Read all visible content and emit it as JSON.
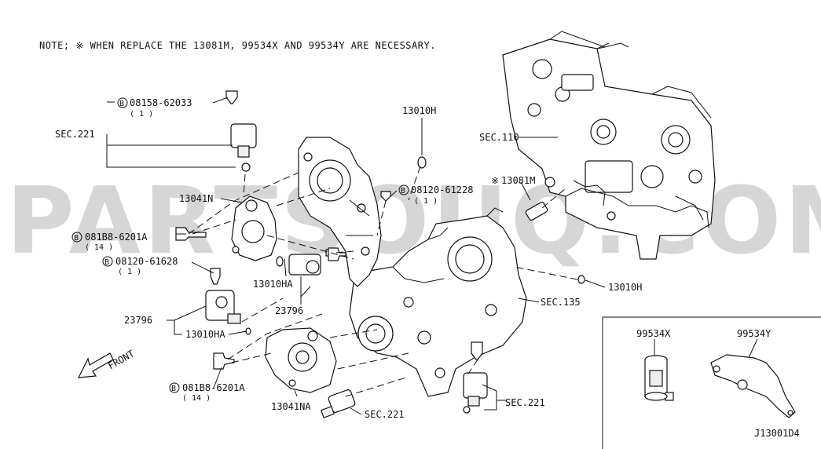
{
  "note": "NOTE; ※ WHEN REPLACE THE 13081M, 99534X AND 99534Y ARE NECESSARY.",
  "watermark": "PARTSOUQ.COM",
  "diagram_id": "J13001D4",
  "front_label": "FRONT",
  "labels": {
    "bolt_08158": "08158-62033",
    "bolt_08158_qty": "( 1 )",
    "sec221_top": "SEC.221",
    "seal_13010h_top": "13010H",
    "bolt_08120_right": "08120-61228",
    "bolt_08120_right_qty": "( 1 )",
    "sec110": "SEC.110",
    "pin_13081m": "13081M",
    "cover_13041n": "13041N",
    "bolt_081b8_top": "081B8-6201A",
    "bolt_081b8_top_qty": "( 14 )",
    "bolt_08120_left": "08120-61628",
    "bolt_08120_left_qty": "( 1 )",
    "seal_13010ha_upper": "13010HA",
    "valve_23796_upper": "23796",
    "valve_23796_left": "23796",
    "seal_13010ha_lower": "13010HA",
    "seal_13010h_right": "13010H",
    "sec135": "SEC.135",
    "bolt_081b8_bottom": "081B8-6201A",
    "bolt_081b8_bottom_qty": "( 14 )",
    "cover_13041na": "13041NA",
    "sec221_bottom": "SEC.221",
    "sec221_right": "SEC.221",
    "tool_99534x": "99534X",
    "tool_99534y": "99534Y"
  },
  "bolt_marker": "B",
  "required_marker": "※"
}
